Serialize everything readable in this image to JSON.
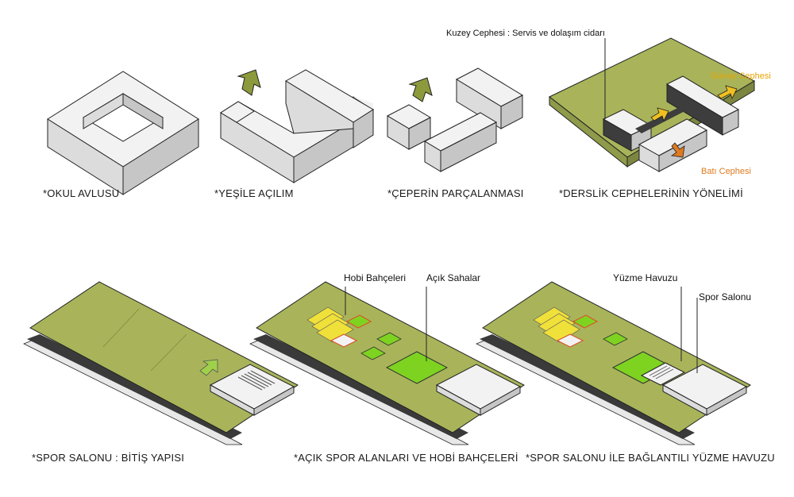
{
  "captions": {
    "okul_avlusu": "*OKUL AVLUSU",
    "yesile_acilim": "*YEŞİLE AÇILIM",
    "ceperin_parcalanmasi": "*ÇEPERİN PARÇALANMASI",
    "derslik_cepheleri": "*DERSLİK CEPHELERİNİN YÖNELİMİ",
    "spor_salonu_bitis": "*SPOR SALONU : BİTİŞ YAPISI",
    "acik_spor_alanlari": "*AÇIK SPOR ALANLARI VE HOBİ BAHÇELERİ",
    "spor_salonu_yuzme": "*SPOR SALONU İLE BAĞLANTILI YÜZME HAVUZU"
  },
  "labels": {
    "kuzey_cephesi": "Kuzey Cephesi : Servis ve dolaşım cidarı",
    "guney_cephesi": "Güney Cephesi",
    "bati_cephesi": "Batı Cephesi",
    "hobi_bahceleri": "Hobi Bahçeleri",
    "acik_sahalar": "Açık Sahalar",
    "yuzme_havuzu": "Yüzme Havuzu",
    "spor_salonu": "Spor Salonu"
  },
  "colors": {
    "green_site": "#a9b45a",
    "green_arrow": "#8d9a3c",
    "box_top": "#f2f2f2",
    "box_left": "#dcdcdc",
    "box_right": "#c6c6c6",
    "dark_facade": "#3d3d3d",
    "yellow": "#f0e03a",
    "orange": "#f0a02a",
    "bright_green": "#7ed321",
    "red_outline": "#d9542a"
  }
}
